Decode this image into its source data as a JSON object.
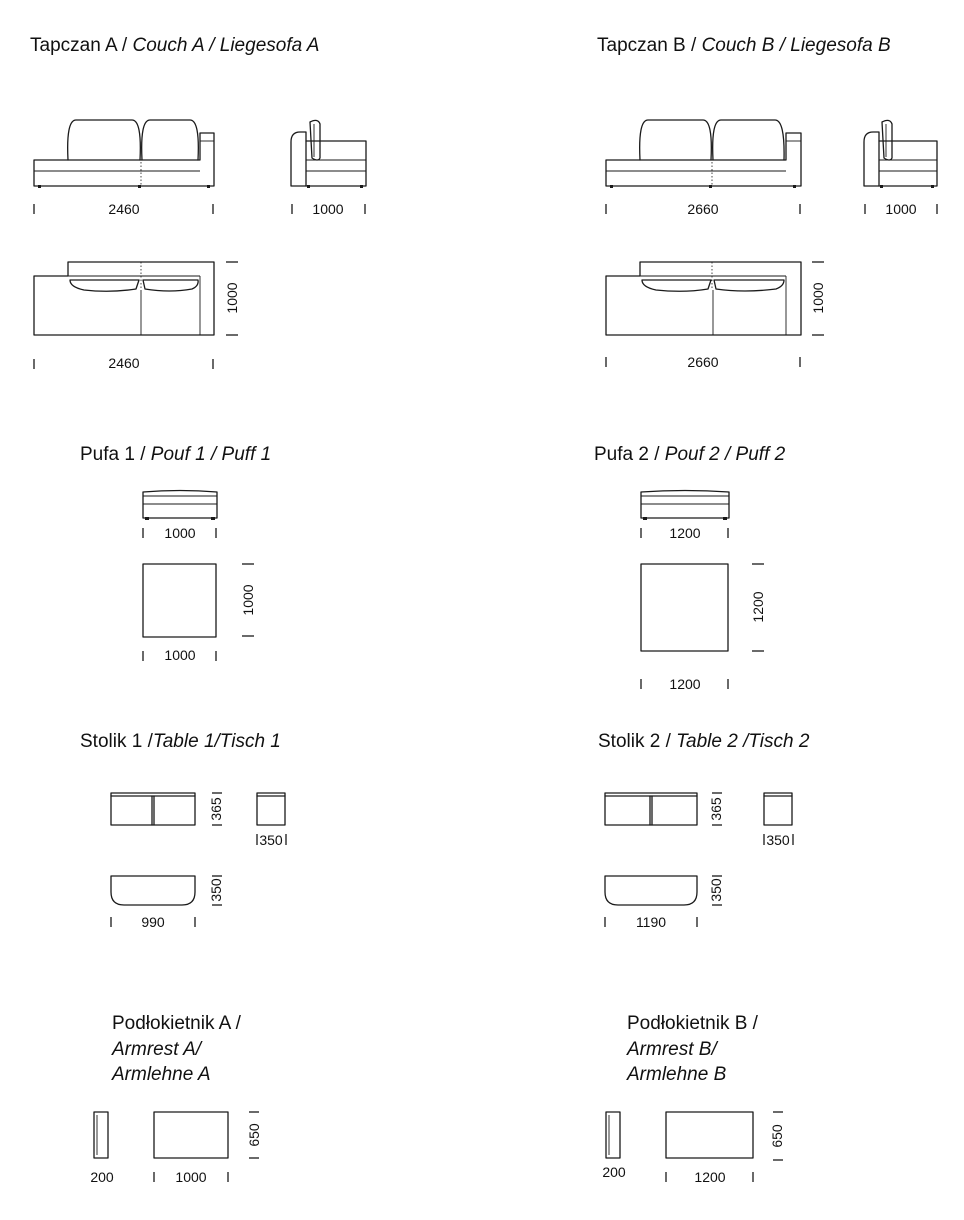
{
  "sections": {
    "couch_a": {
      "title_main": "Tapczan A / ",
      "title_italic": "Couch A  / Liegesofa A",
      "front_width": "2460",
      "side_depth": "1000",
      "top_depth": "1000",
      "top_width": "2460"
    },
    "couch_b": {
      "title_main": "Tapczan B  / ",
      "title_italic": "Couch B  / Liegesofa B",
      "front_width": "2660",
      "side_depth": "1000",
      "top_depth": "1000",
      "top_width": "2660"
    },
    "pouf_1": {
      "title_main": "Pufa 1 / ",
      "title_italic": "Pouf 1 / Puff 1",
      "side_width": "1000",
      "top_depth": "1000",
      "top_width": "1000"
    },
    "pouf_2": {
      "title_main": "Pufa 2 / ",
      "title_italic": "Pouf 2 / Puff 2",
      "side_width": "1200",
      "top_depth": "1200",
      "top_width": "1200"
    },
    "table_1": {
      "title_main": "Stolik 1 /",
      "title_italic": "Table 1/Tisch 1",
      "height": "365",
      "side_depth": "350",
      "top_depth": "350",
      "top_width": "990"
    },
    "table_2": {
      "title_main": "Stolik 2 / ",
      "title_italic": "Table 2 /Tisch 2",
      "height": "365",
      "side_depth": "350",
      "top_depth": "350",
      "top_width": "1190"
    },
    "armrest_a": {
      "title_line1": "Podłokietnik A /",
      "title_line2": "Armrest A/",
      "title_line3": "Armlehne A",
      "thickness": "200",
      "length": "1000",
      "height": "650"
    },
    "armrest_b": {
      "title_line1": "Podłokietnik B /",
      "title_line2": "Armrest B/",
      "title_line3": "Armlehne B",
      "thickness": "200",
      "length": "1200",
      "height": "650"
    }
  },
  "colors": {
    "line": "#1a1a1a",
    "text": "#111111",
    "background": "#ffffff"
  }
}
